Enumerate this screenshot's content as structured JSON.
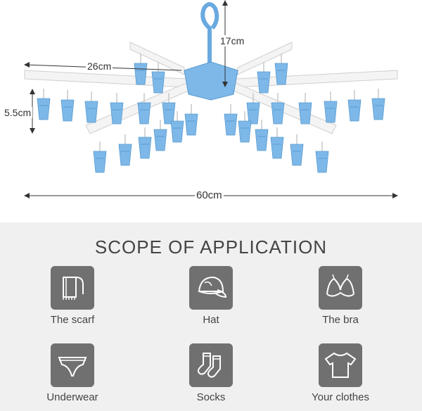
{
  "dimensions": {
    "height": "17cm",
    "arm_length": "26cm",
    "clip_height": "5.5cm",
    "total_width": "60cm"
  },
  "colors": {
    "clip": "#7db8e8",
    "frame": "#f4f4f4",
    "tile": "#707070",
    "band": "#f0f0f0"
  },
  "scope": {
    "title": "SCOPE OF APPLICATION",
    "items": [
      {
        "label": "The scarf",
        "icon": "scarf-icon"
      },
      {
        "label": "Hat",
        "icon": "hat-icon"
      },
      {
        "label": "The bra",
        "icon": "bra-icon"
      },
      {
        "label": "Underwear",
        "icon": "underwear-icon"
      },
      {
        "label": "Socks",
        "icon": "socks-icon"
      },
      {
        "label": "Your clothes",
        "icon": "tshirt-icon"
      }
    ]
  }
}
